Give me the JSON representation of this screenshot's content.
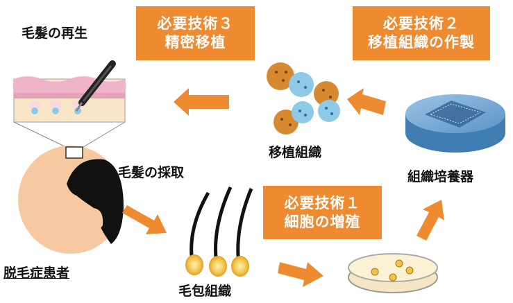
{
  "labels": {
    "hair_regeneration": "毛髪の再生",
    "hair_harvest": "毛髪の採取",
    "bald_patient": "脱毛症患者",
    "follicle_tissue": "毛包組織",
    "graft_tissue": "移植組織",
    "tissue_culture_vessel": "組織培養器"
  },
  "tech3": {
    "line1": "必要技術３",
    "line2": "精密移植"
  },
  "tech2": {
    "line1": "必要技術２",
    "line2": "移植組織の作製"
  },
  "tech1": {
    "line1": "必要技術１",
    "line2": "細胞の増殖"
  },
  "colors": {
    "accent": "#ee8a2f",
    "arrow": "#ee8a2f",
    "scalp_pink": "#f1b3c9",
    "skin": "#f6c9a0",
    "hair": "#111111",
    "vessel": "#3f7db3"
  }
}
